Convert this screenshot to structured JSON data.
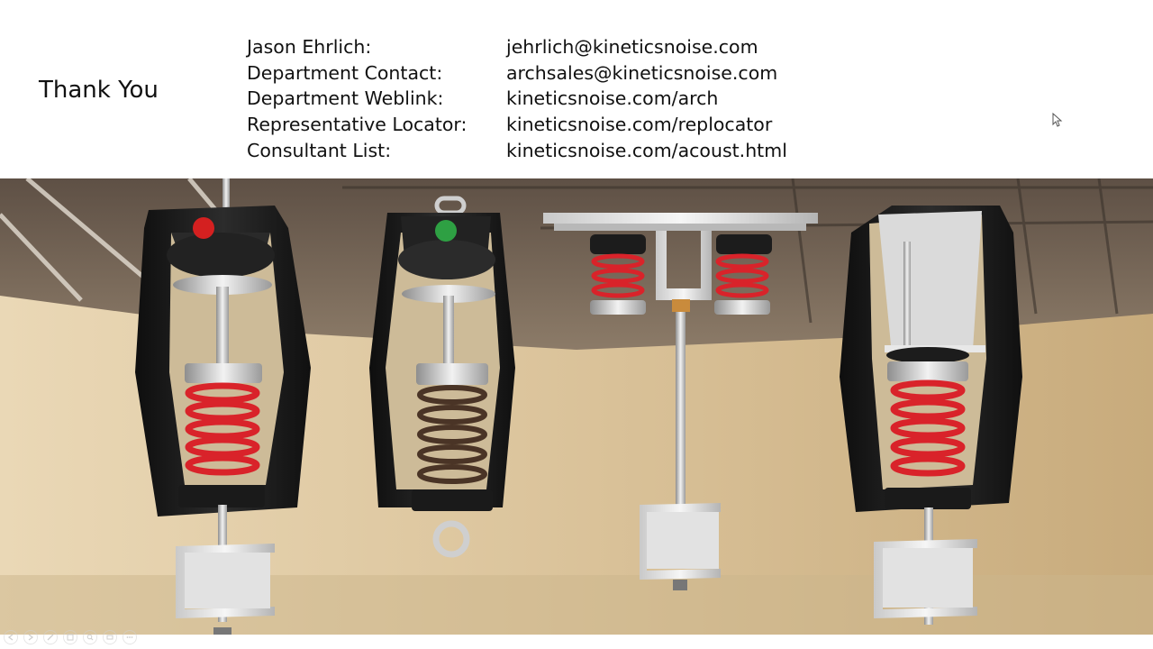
{
  "slide": {
    "title": "Thank You"
  },
  "contacts": [
    {
      "label": "Jason Ehrlich:",
      "value": "jehrlich@kineticsnoise.com"
    },
    {
      "label": "Department Contact:",
      "value": "archsales@kineticsnoise.com"
    },
    {
      "label": "Department Weblink:",
      "value": "kineticsnoise.com/arch"
    },
    {
      "label": "Representative Locator:",
      "value": "kineticsnoise.com/replocator"
    },
    {
      "label": "Consultant List:",
      "value": "kineticsnoise.com/acoust.html"
    }
  ],
  "icons": {
    "cursor": "mouse-pointer-icon",
    "controls": [
      "previous-icon",
      "next-icon",
      "pen-icon",
      "slides-icon",
      "zoom-icon",
      "subtitles-icon",
      "more-icon"
    ]
  },
  "colors": {
    "spring_red": "#d9232a",
    "spring_brown": "#4a3426",
    "indicator_red": "#d42020",
    "indicator_green": "#2ea043",
    "hanger_black": "#1c1c1c",
    "wall_beige": "#d8c197"
  }
}
